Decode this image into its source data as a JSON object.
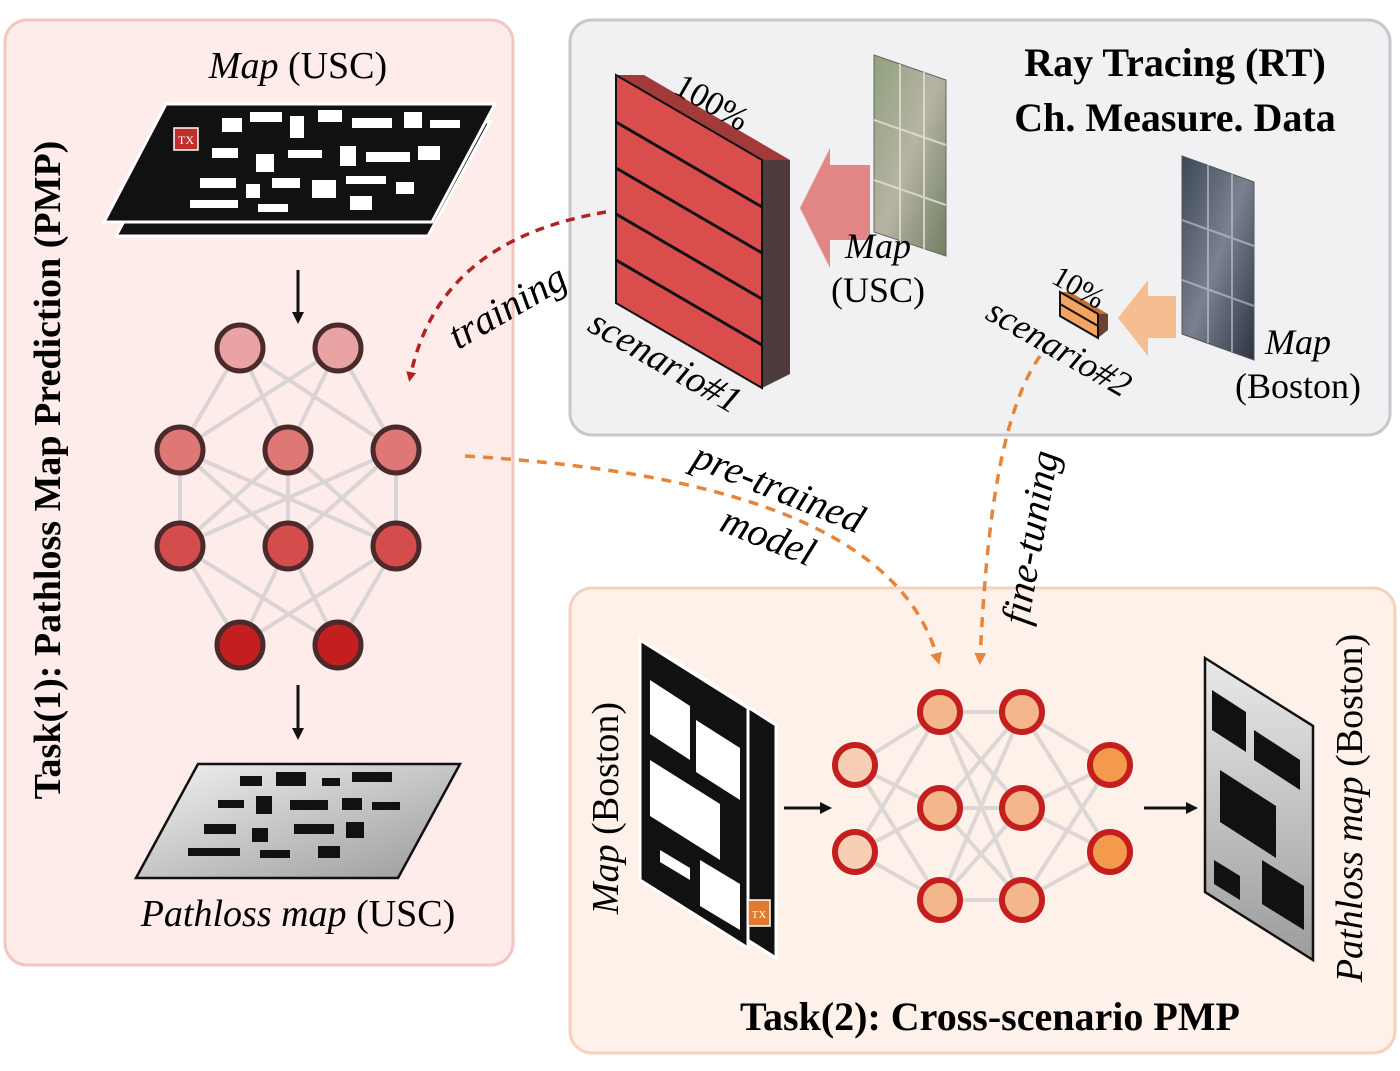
{
  "task1": {
    "title": "Task(1): Pathloss Map Prediction (PMP)",
    "map_label_italic": "Map",
    "map_label_rest": " (USC)",
    "tx_label": "TX",
    "output_label_italic": "Pathloss map",
    "output_label_rest": " (USC)"
  },
  "rt_panel": {
    "title_line1": "Ray Tracing (RT)",
    "title_line2": "Ch. Measure. Data",
    "scenario1": {
      "percent": "100%",
      "name": "scenario#1",
      "map_label_italic": "Map",
      "map_label_rest": "(USC)"
    },
    "scenario2": {
      "percent": "10%",
      "name": "scenario#2",
      "map_label_italic": "Map",
      "map_label_rest": "(Boston)"
    }
  },
  "arrows": {
    "training": "training",
    "pretrained_line1": "pre-trained",
    "pretrained_line2": "model",
    "finetuning": "fine-tuning"
  },
  "task2": {
    "title": "Task(2): Cross-scenario PMP",
    "map_label_italic": "Map",
    "map_label_rest": " (Boston)",
    "tx_label": "TX",
    "output_label_italic": "Pathloss map",
    "output_label_rest": " (Boston)"
  },
  "colors": {
    "panel_pink": "#fdecea",
    "panel_pink_border": "#f2c6c2",
    "panel_gray": "#f1f1f3",
    "panel_gray_border": "#c7c7cc",
    "panel_peach": "#fdf1ea",
    "panel_peach_border": "#f5d2bd",
    "red_arrow": "#b22222",
    "orange_arrow": "#e8843a",
    "data_red": "#d9534f",
    "data_orange": "#f4a460",
    "node_red_dark": "#c41e1e",
    "node_orange": "#f39a4c"
  }
}
